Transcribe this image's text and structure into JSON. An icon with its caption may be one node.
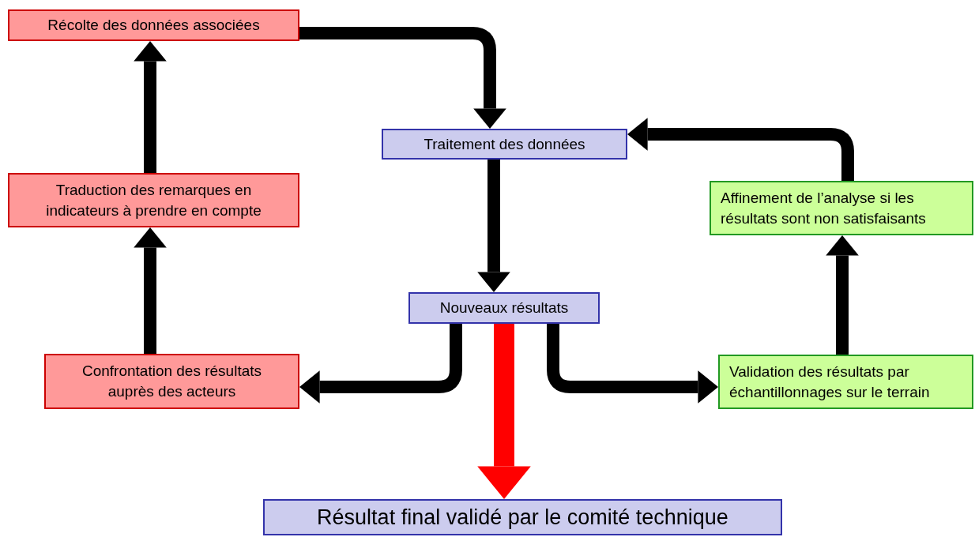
{
  "diagram": {
    "nodes": [
      {
        "text": [
          "Récolte des données associées"
        ]
      },
      {
        "text": [
          "Traduction des remarques en indicateurs à prendre en compte"
        ]
      },
      {
        "text": [
          "Confrontation des résultats auprès des acteurs"
        ]
      },
      {
        "text": [
          "Traitement des données"
        ]
      },
      {
        "text": [
          "Nouveaux résultats"
        ]
      },
      {
        "text": [
          "Affinement de l’analyse si les résultats sont non satisfaisants"
        ]
      },
      {
        "text": [
          "Validation des résultats par échantillonnages sur le terrain"
        ]
      },
      {
        "text": [
          "Résultat final validé par le comité technique"
        ]
      }
    ],
    "edges": [
      {
        "from": 0,
        "to": 3,
        "arrow": "to"
      },
      {
        "from": 3,
        "to": 4,
        "arrow": "to"
      },
      {
        "from": 4,
        "to": 2,
        "arrow": "to"
      },
      {
        "from": 4,
        "to": 7,
        "arrow": "to",
        "color": "#ff0000"
      },
      {
        "from": 4,
        "to": 6,
        "arrow": "to"
      },
      {
        "from": 6,
        "to": 5,
        "arrow": "to"
      },
      {
        "from": 5,
        "to": 3,
        "arrow": "to"
      },
      {
        "from": 2,
        "to": 1,
        "arrow": "to"
      },
      {
        "from": 1,
        "to": 0,
        "arrow": "to"
      }
    ]
  }
}
